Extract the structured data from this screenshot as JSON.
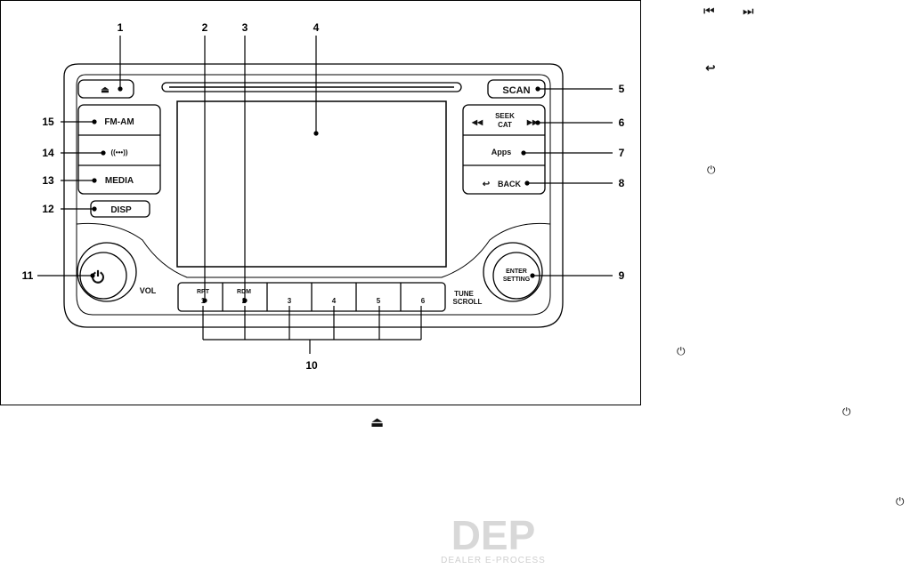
{
  "callouts": [
    "1",
    "2",
    "3",
    "4",
    "5",
    "6",
    "7",
    "8",
    "9",
    "10",
    "11",
    "12",
    "13",
    "14",
    "15"
  ],
  "buttons": {
    "scan": "SCAN",
    "seek_top": "SEEK",
    "seek_bottom": "CAT",
    "apps": "Apps",
    "back": "BACK",
    "fm_am": "FM-AM",
    "media": "MEDIA",
    "disp": "DISP",
    "vol": "VOL",
    "enter_top": "ENTER",
    "enter_bottom": "SETTING",
    "tune_top": "TUNE",
    "tune_bottom": "SCROLL",
    "rpt": "RPT",
    "rdm": "RDM",
    "presets": [
      "1",
      "2",
      "3",
      "4",
      "5",
      "6"
    ]
  },
  "side_icons": [
    "skip-back-icon",
    "skip-forward-icon",
    "return-icon",
    "power-icon",
    "power-icon",
    "power-icon",
    "power-icon",
    "eject-icon"
  ],
  "watermark": {
    "logo": "DEP",
    "tagline": "DEALER E-PROCESS"
  },
  "colors": {
    "line": "#000000",
    "panel": "#ffffff",
    "watermark": "#d8d8d8"
  }
}
